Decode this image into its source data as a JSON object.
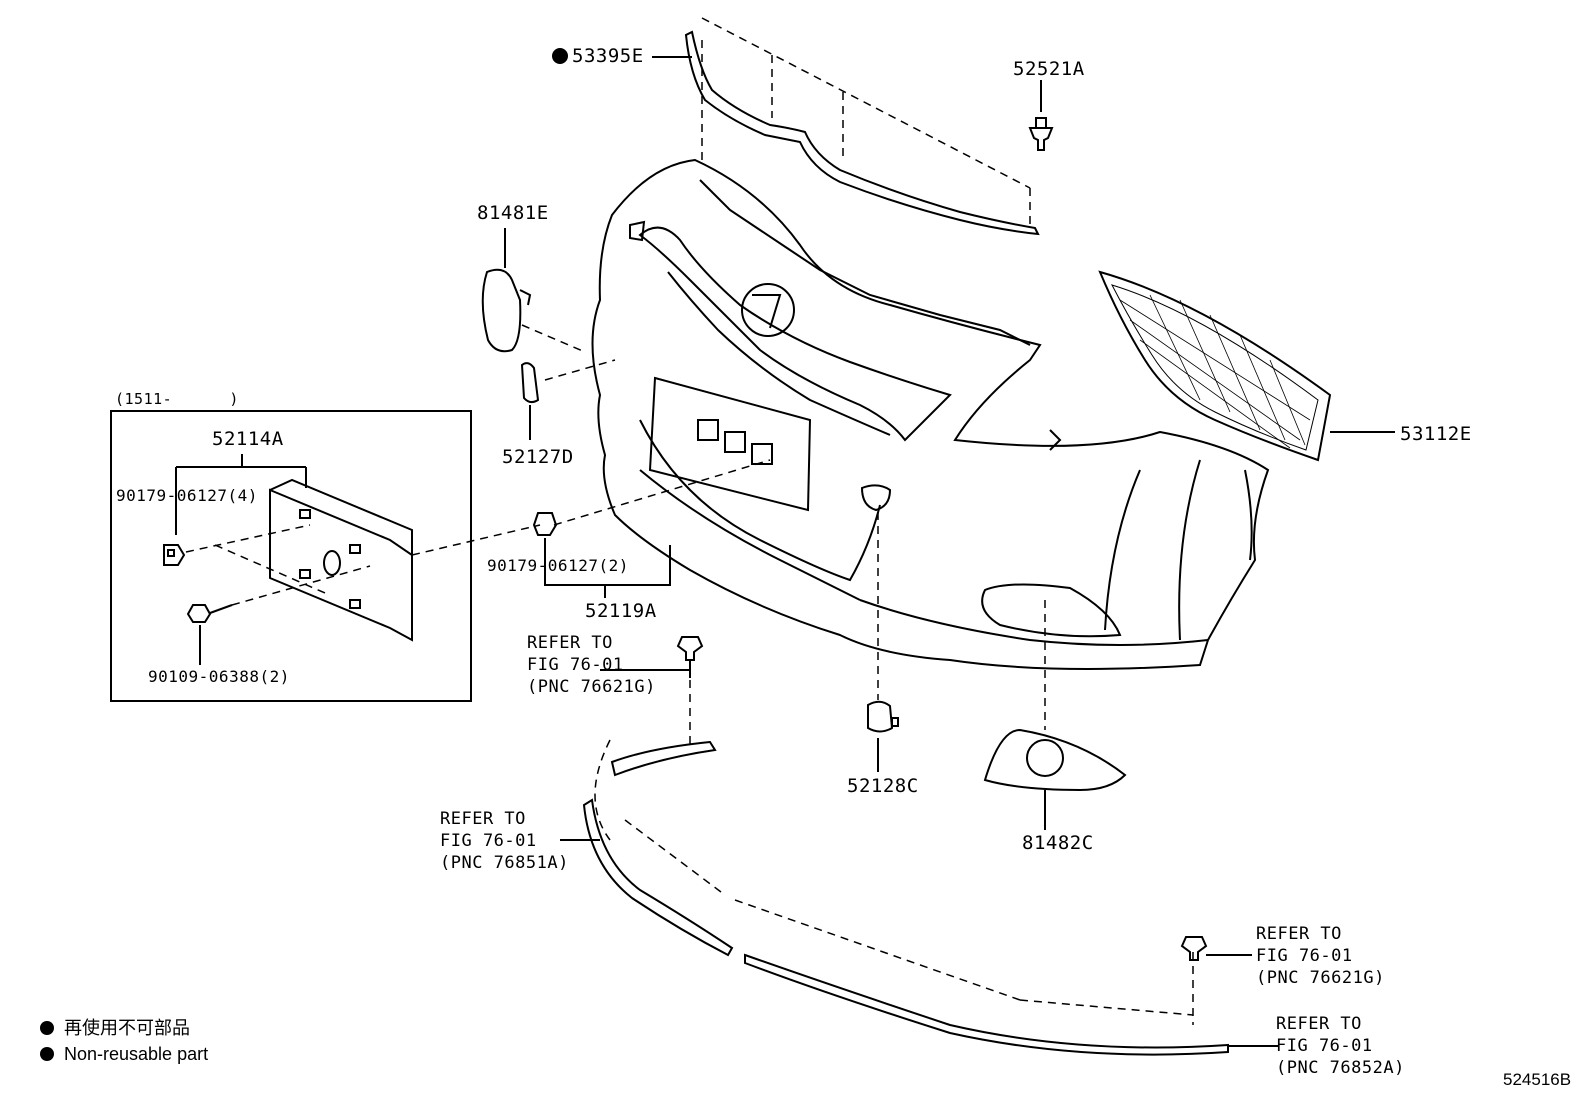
{
  "parts": {
    "p53395E": "53395E",
    "p52521A": "52521A",
    "p81481E": "81481E",
    "p53112E": "53112E",
    "p52127D": "52127D",
    "p52114A": "52114A",
    "p90179_4": "90179-06127(4)",
    "p90179_2": "90179-06127(2)",
    "p52119A": "52119A",
    "p90109": "90109-06388(2)",
    "p52128C": "52128C",
    "p81482C": "81482C"
  },
  "date_range": "(1511-      )",
  "refs": {
    "r1": [
      "REFER TO",
      "FIG 76-01",
      "(PNC 76621G)"
    ],
    "r2": [
      "REFER TO",
      "FIG 76-01",
      "(PNC 76851A)"
    ],
    "r3": [
      "REFER TO",
      "FIG 76-01",
      "(PNC 76621G)"
    ],
    "r4": [
      "REFER TO",
      "FIG 76-01",
      "(PNC 76852A)"
    ]
  },
  "legend": {
    "jp": "再使用不可部品",
    "en": "Non-reusable part"
  },
  "figure_id": "524516B",
  "colors": {
    "line": "#000000",
    "background": "#ffffff"
  }
}
